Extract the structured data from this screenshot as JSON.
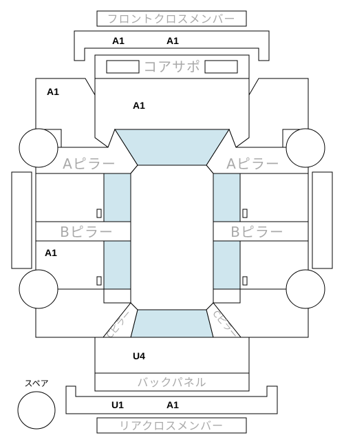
{
  "parts": {
    "front_cross_member": "フロントクロスメンバー",
    "core_support": "コアサポ",
    "a_pillar_left": "Aピラー",
    "a_pillar_right": "Aピラー",
    "b_pillar_left": "Bピラー",
    "b_pillar_right": "Bピラー",
    "back_panel": "バックパネル",
    "rear_cross_member": "リアクロスメンバー",
    "c_pillar_left": "Cピラー",
    "c_pillar_right": "Cピラー",
    "spare": "スペア"
  },
  "codes": {
    "front_cross_left": "A1",
    "front_cross_right": "A1",
    "hood": "A1",
    "front_fender_left": "A1",
    "rear_door_left": "A1",
    "trunk": "U4",
    "rear_cross_left": "U1",
    "rear_cross_right": "A1"
  }
}
